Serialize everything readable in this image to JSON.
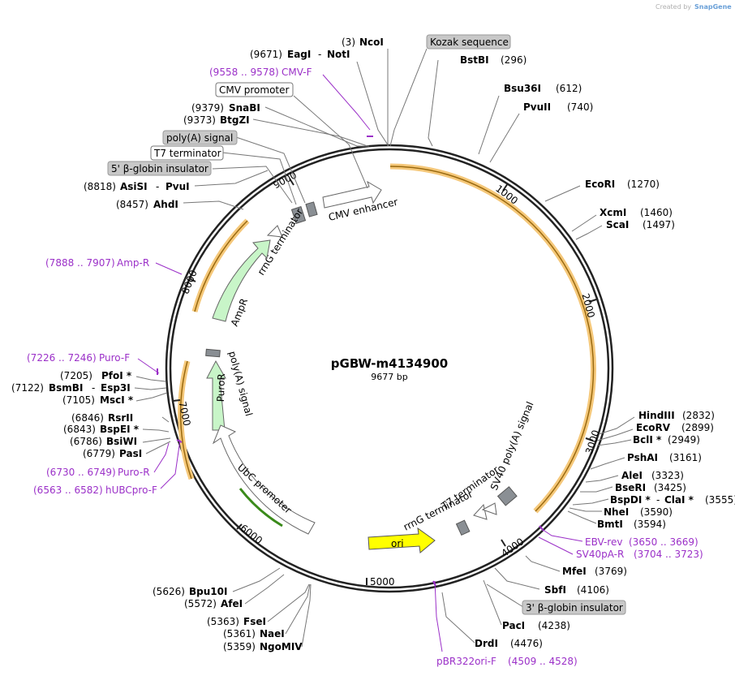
{
  "credit": "Created by",
  "credit_brand": "SnapGene",
  "plasmid": {
    "name": "pGBW-m4134900",
    "size_label": "9677 bp",
    "length": 9677
  },
  "ticks": [
    {
      "pos": 1000,
      "label": "1000"
    },
    {
      "pos": 2000,
      "label": "2000"
    },
    {
      "pos": 3000,
      "label": "3000"
    },
    {
      "pos": 4000,
      "label": "4000"
    },
    {
      "pos": 5000,
      "label": "5000"
    },
    {
      "pos": 6000,
      "label": "6000"
    },
    {
      "pos": 7000,
      "label": "7000"
    },
    {
      "pos": 8000,
      "label": "8000"
    },
    {
      "pos": 9000,
      "label": "9000"
    }
  ],
  "enzymes": [
    {
      "pos_label": "(3)",
      "name": "NcoI"
    },
    {
      "pos_label": "(9671)",
      "name": "EagI",
      "sep": "-",
      "name2": "NotI"
    },
    {
      "pos_label": "(9379)",
      "name": "SnaBI"
    },
    {
      "pos_label": "(9373)",
      "name": "BtgZI"
    },
    {
      "pos_label": "(8818)",
      "name": "AsiSI",
      "sep": "-",
      "name2": "PvuI"
    },
    {
      "pos_label": "(8457)",
      "name": "AhdI"
    },
    {
      "pos_label": "(7205)",
      "name": "PfoI *"
    },
    {
      "pos_label": "(7122)",
      "name": "BsmBI",
      "sep": "-",
      "name2": "Esp3I"
    },
    {
      "pos_label": "(7105)",
      "name": "MscI *"
    },
    {
      "pos_label": "(6846)",
      "name": "RsrII"
    },
    {
      "pos_label": "(6843)",
      "name": "BspEI *"
    },
    {
      "pos_label": "(6786)",
      "name": "BsiWI"
    },
    {
      "pos_label": "(6779)",
      "name": "PasI"
    },
    {
      "pos_label": "(5626)",
      "name": "Bpu10I"
    },
    {
      "pos_label": "(5572)",
      "name": "AfeI"
    },
    {
      "pos_label": "(5363)",
      "name": "FseI"
    },
    {
      "pos_label": "(5361)",
      "name": "NaeI"
    },
    {
      "pos_label": "(5359)",
      "name": "NgoMIV"
    },
    {
      "pos_label": "(296)",
      "name": "BstBI"
    },
    {
      "pos_label": "(612)",
      "name": "Bsu36I"
    },
    {
      "pos_label": "(740)",
      "name": "PvuII"
    },
    {
      "pos_label": "(1270)",
      "name": "EcoRI"
    },
    {
      "pos_label": "(1460)",
      "name": "XcmI"
    },
    {
      "pos_label": "(1497)",
      "name": "ScaI"
    },
    {
      "pos_label": "(2832)",
      "name": "HindIII"
    },
    {
      "pos_label": "(2899)",
      "name": "EcoRV"
    },
    {
      "pos_label": "(2949)",
      "name": "BclI *"
    },
    {
      "pos_label": "(3161)",
      "name": "PshAI"
    },
    {
      "pos_label": "(3323)",
      "name": "AleI"
    },
    {
      "pos_label": "(3425)",
      "name": "BseRI"
    },
    {
      "pos_label": "(3555)",
      "name": "BspDI *",
      "sep": "-",
      "name2": "ClaI *"
    },
    {
      "pos_label": "(3590)",
      "name": "NheI"
    },
    {
      "pos_label": "(3594)",
      "name": "BmtI"
    },
    {
      "pos_label": "(3769)",
      "name": "MfeI"
    },
    {
      "pos_label": "(4106)",
      "name": "SbfI"
    },
    {
      "pos_label": "(4238)",
      "name": "PacI"
    },
    {
      "pos_label": "(4476)",
      "name": "DrdI"
    }
  ],
  "primers": [
    {
      "range": "(9558 .. 9578)",
      "name": "CMV-F"
    },
    {
      "range": "(7888 .. 7907)",
      "name": "Amp-R"
    },
    {
      "range": "(7226 .. 7246)",
      "name": "Puro-F"
    },
    {
      "range": "(6730 .. 6749)",
      "name": "Puro-R"
    },
    {
      "range": "(6563 .. 6582)",
      "name": "hUBCpro-F"
    },
    {
      "range": "(3650 .. 3669)",
      "name": "EBV-rev"
    },
    {
      "range": "(3704 .. 3723)",
      "name": "SV40pA-R"
    },
    {
      "range": "(4509 .. 4528)",
      "name": "pBR322ori-F"
    }
  ],
  "boxed_labels": [
    {
      "text": "Kozak sequence",
      "style": "gray"
    },
    {
      "text": "CMV promoter",
      "style": "white"
    },
    {
      "text": "poly(A) signal",
      "style": "gray"
    },
    {
      "text": "T7 terminator",
      "style": "white"
    },
    {
      "text": "5' β-globin insulator",
      "style": "gray"
    },
    {
      "text": "3' β-globin insulator",
      "style": "gray"
    }
  ],
  "features": [
    {
      "name": "CMV enhancer"
    },
    {
      "name": "rrnG terminator"
    },
    {
      "name": "AmpR"
    },
    {
      "name": "poly(A) signal"
    },
    {
      "name": "PuroR"
    },
    {
      "name": "UbC promoter"
    },
    {
      "name": "ori"
    },
    {
      "name": "rrnG terminator"
    },
    {
      "name": "T7 terminator"
    },
    {
      "name": "SV40 poly(A) signal"
    }
  ],
  "colors": {
    "orf_highlight": "#f5c87a",
    "orf_line": "#9a6a10",
    "primer": "#9b30c8",
    "ampr_fill": "#c8f5c8",
    "ori_fill": "#ffff00",
    "ubc_arrow": "#3a8a1a",
    "feature_gray": "#8a8f94"
  }
}
